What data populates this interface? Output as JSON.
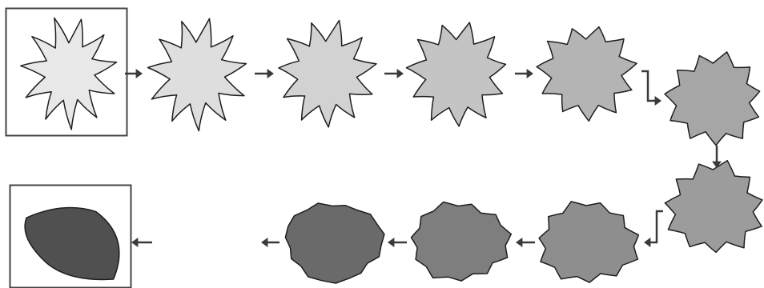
{
  "diagram": {
    "kind": "shape-morph-sequence",
    "shape_count": 11,
    "start_frame": "start-frame",
    "end_frame": "end-frame",
    "stages": [
      {
        "id": "stage-1",
        "fill": "#e8e8e8",
        "spikiness": 1.0
      },
      {
        "id": "stage-2",
        "fill": "#dedede",
        "spikiness": 0.92
      },
      {
        "id": "stage-3",
        "fill": "#d2d2d2",
        "spikiness": 0.82
      },
      {
        "id": "stage-4",
        "fill": "#c4c4c4",
        "spikiness": 0.7
      },
      {
        "id": "stage-5",
        "fill": "#b4b4b4",
        "spikiness": 0.58
      },
      {
        "id": "stage-6",
        "fill": "#a6a6a6",
        "spikiness": 0.46
      },
      {
        "id": "stage-7",
        "fill": "#9c9c9c",
        "spikiness": 0.42
      },
      {
        "id": "stage-8",
        "fill": "#8e8e8e",
        "spikiness": 0.28
      },
      {
        "id": "stage-9",
        "fill": "#7e7e7e",
        "spikiness": 0.18
      },
      {
        "id": "stage-10",
        "fill": "#6a6a6a",
        "spikiness": 0.08
      },
      {
        "id": "stage-11",
        "fill": "#505050",
        "spikiness": 0.0
      }
    ],
    "colors": {
      "stroke": "#1e1e1e",
      "arrow": "#3a3a3a",
      "frame": "#444444"
    }
  }
}
